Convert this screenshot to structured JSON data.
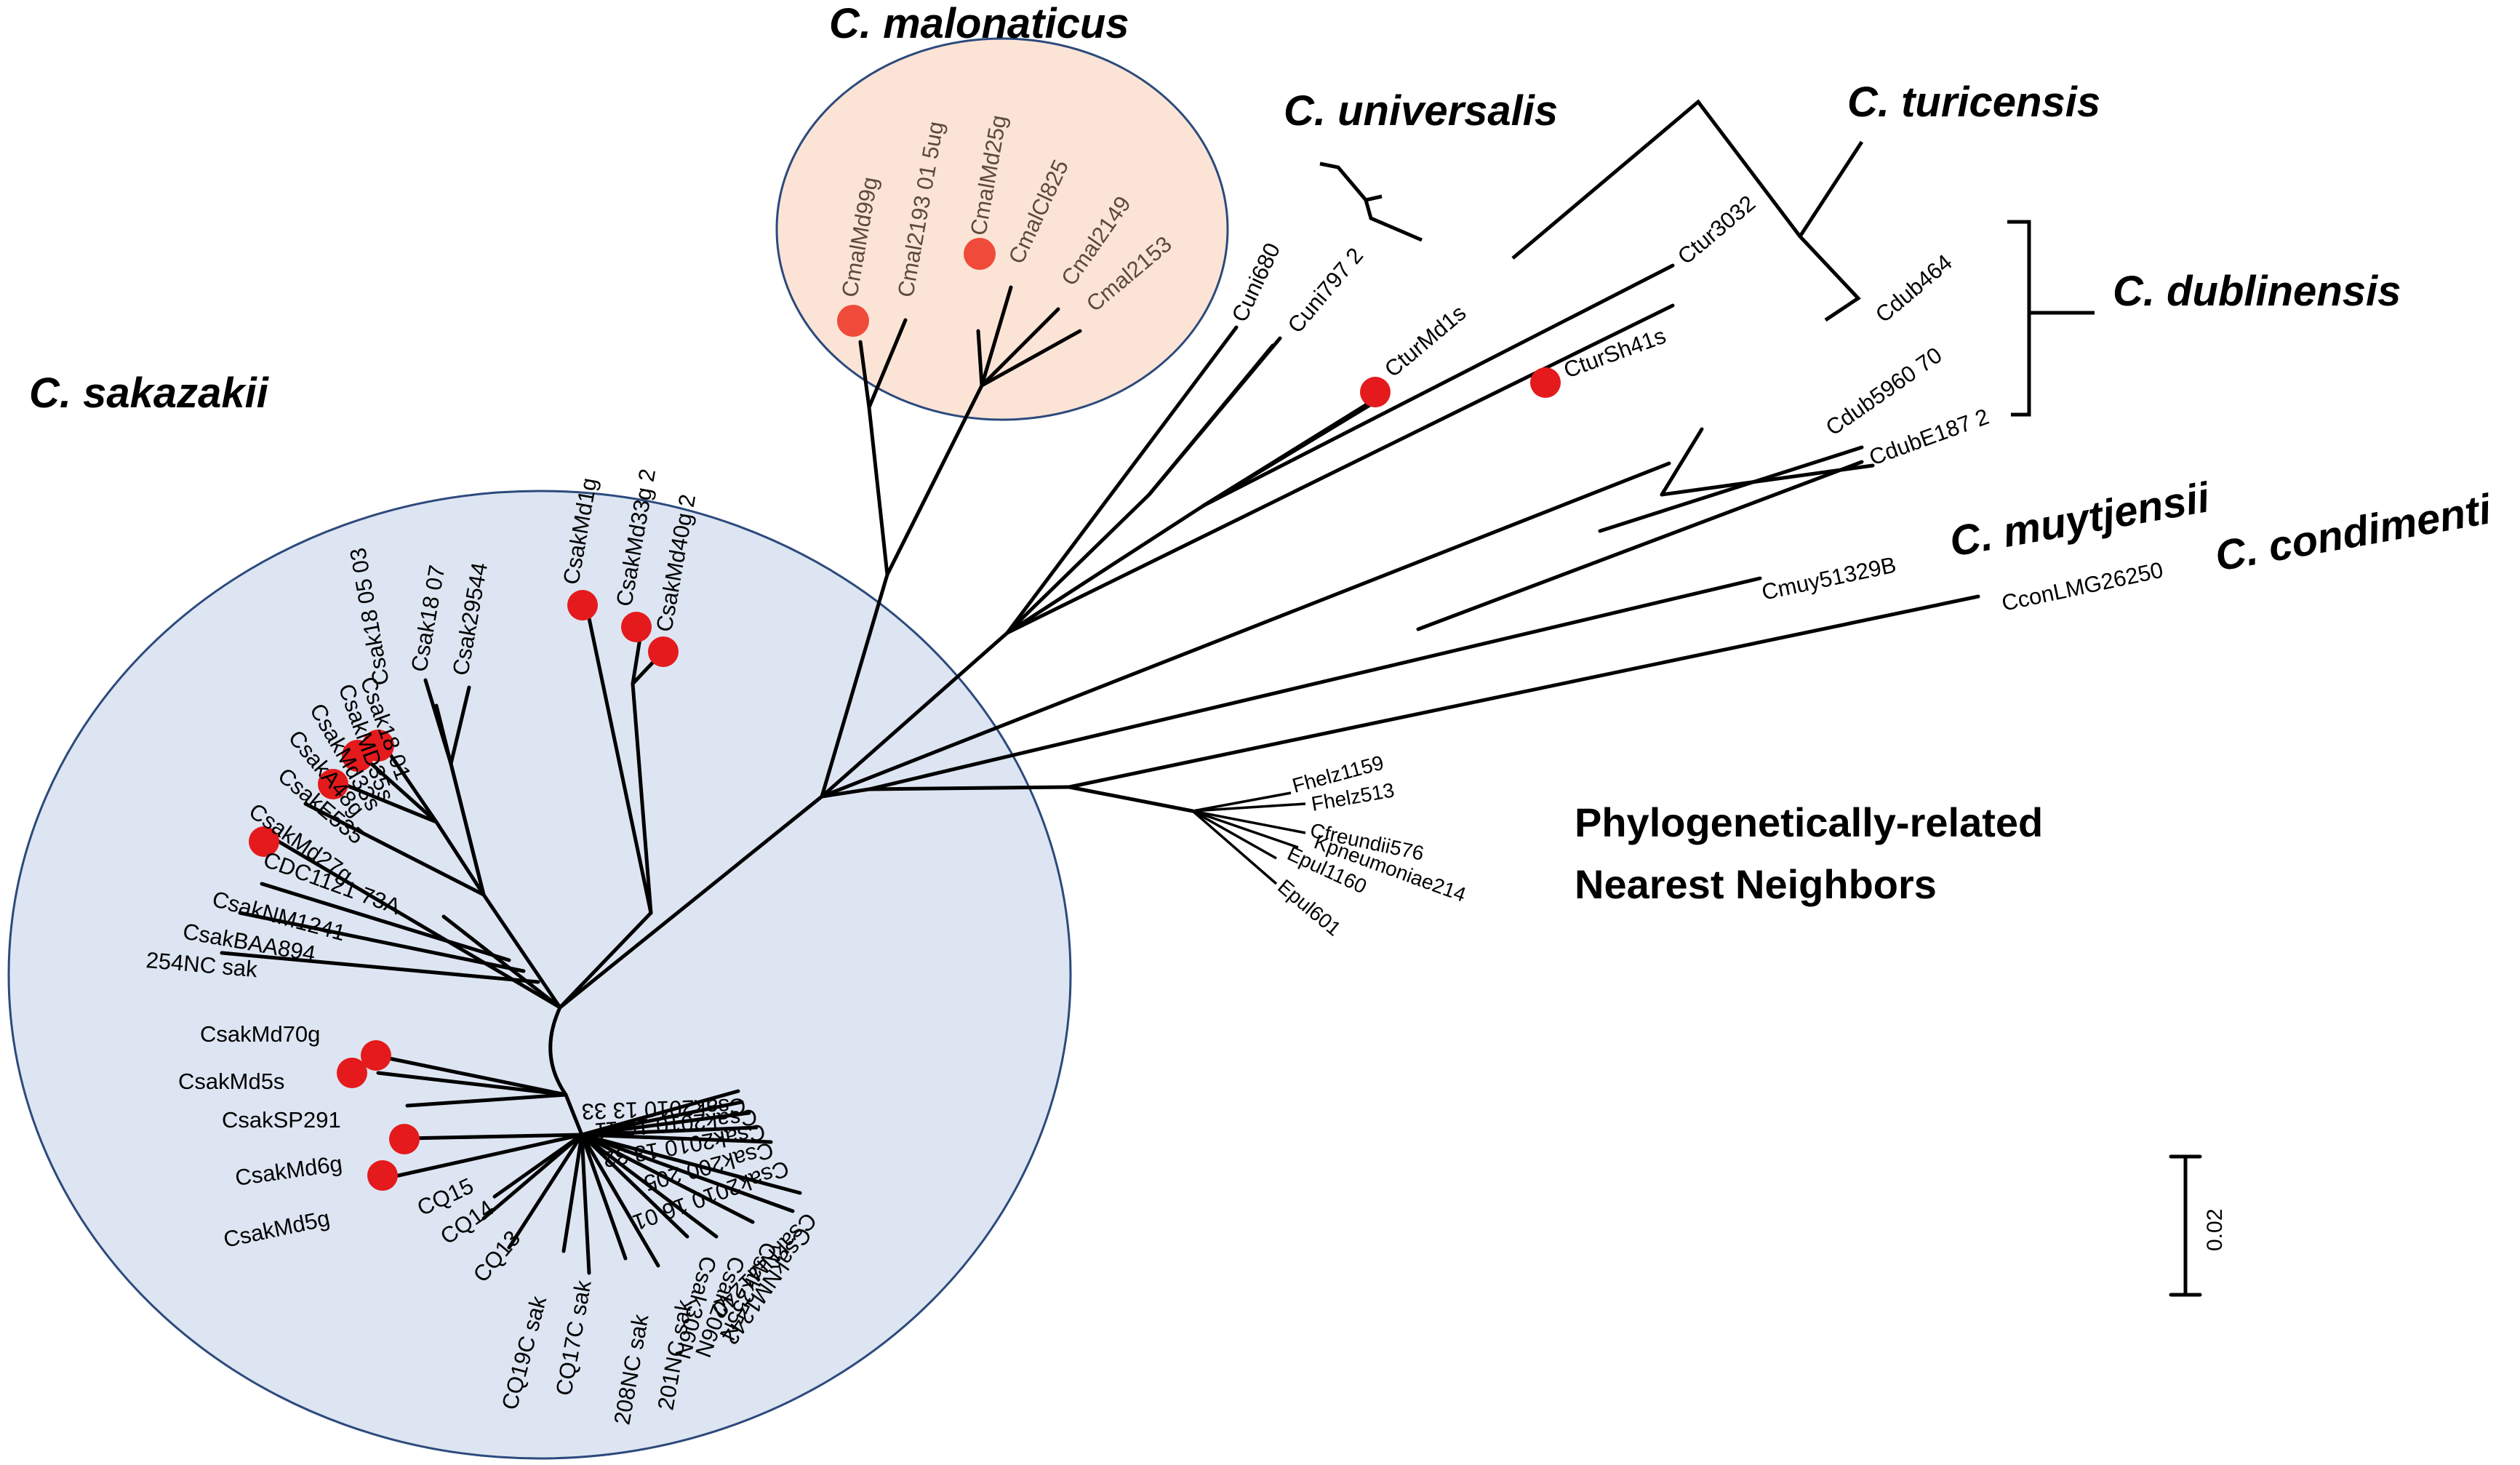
{
  "clades": {
    "sakazakii": "C. sakazakii",
    "malonaticus": "C. malonaticus",
    "universalis": "C. universalis",
    "turicensis": "C. turicensis",
    "dublinensis": "C. dublinensis",
    "muytjensii": "C. muytjensii",
    "condimenti": "C. condimenti"
  },
  "neighbors_title": [
    "Phylogenetically-related",
    "Nearest Neighbors"
  ],
  "scale_label": "0.02",
  "colors": {
    "sakazakii_fill": "#dde5f2",
    "malonaticus_fill": "#fbe4d6",
    "circle_stroke": "#2c4a7c",
    "marker": "#e41a1c"
  },
  "leaves": {
    "mal": [
      "CmalMd99g",
      "Cmal2193 01 5ug",
      "CmalMd25g",
      "CmalCl825",
      "Cmal2149",
      "Cmal2153"
    ],
    "uni": [
      "Cuni680",
      "Cuni797 2"
    ],
    "tur": [
      "CturMd1s",
      "Ctur3032",
      "CturSh41s"
    ],
    "dub": [
      "Cdub464",
      "Cdub5960 70",
      "CdubE187 2"
    ],
    "muy": [
      "Cmuy51329B"
    ],
    "con": [
      "CconLMG26250"
    ],
    "nn": [
      "Fhelz1159",
      "Fhelz513",
      "Cfreundii576",
      "Kpneumoniae214",
      "Epul1160",
      "Epul601"
    ],
    "sak_top": [
      "CsakMd1g",
      "CsakMd33g 2",
      "CsakMd40g 2",
      "Csak29544",
      "Csak18 07",
      "Csak18 05 03",
      "Csak18 01",
      "CsakMD35s",
      "CsakMd33s",
      "CsakA48g",
      "CsakE535",
      "CsakMd27g",
      "CDC1121 73A",
      "CsakNM1241",
      "CsakBAA894",
      "254NC sak"
    ],
    "sak_left": [
      "CsakMd70g",
      "CsakMd5s",
      "CsakSP291",
      "CsakMd6g",
      "CsakMd5g",
      "CQ15",
      "CQ14",
      "CQ13"
    ],
    "sak_bottom": [
      "CQ19C sak",
      "CQ17C sak",
      "208NC sak",
      "201NC sak",
      "Csak306N",
      "Csak206N",
      "Csak255N",
      "CsakNM1242",
      "CsakNM1240",
      "Csak2010 16 01",
      "Csak200 205",
      "Csak2010 13 32",
      "Csak2010 16 11",
      "Csak2010 13 33"
    ]
  }
}
